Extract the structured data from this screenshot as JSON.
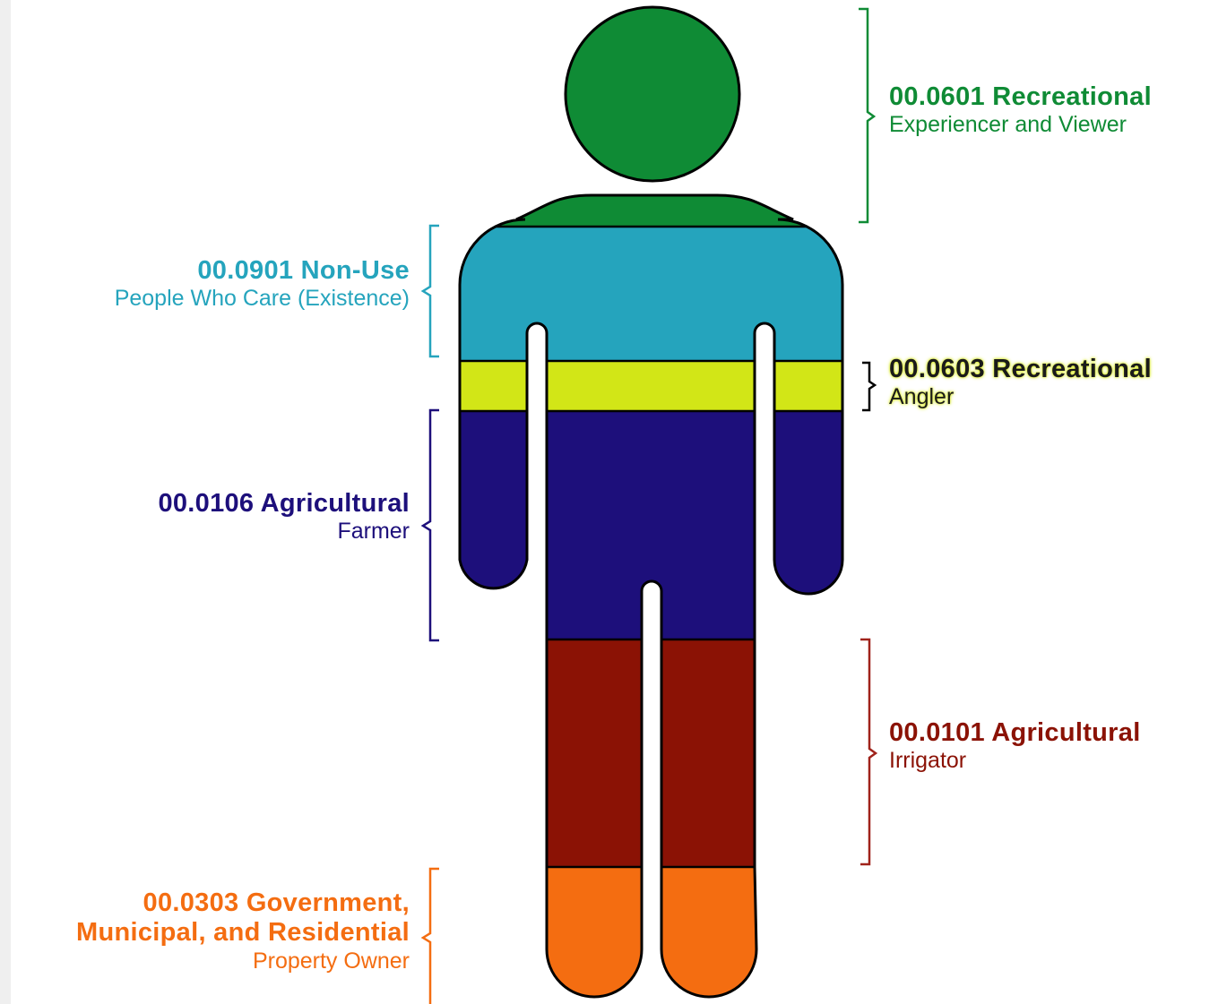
{
  "categories": [
    {
      "key": "rec_viewer",
      "code": "00.0601",
      "title": "00.0601 Recreational",
      "subtitle": "Experiencer and Viewer",
      "color": "#0f8b35"
    },
    {
      "key": "nonuse",
      "code": "00.0901",
      "title": "00.0901 Non-Use",
      "subtitle": "People Who Care (Existence)",
      "color": "#25a4bd"
    },
    {
      "key": "angler",
      "code": "00.0603",
      "title": "00.0603 Recreational",
      "subtitle": "Angler",
      "color": "#d2e617"
    },
    {
      "key": "farmer",
      "code": "00.0106",
      "title": "00.0106 Agricultural",
      "subtitle": "Farmer",
      "color": "#1d0f7b"
    },
    {
      "key": "irrigator",
      "code": "00.0101",
      "title": "00.0101 Agricultural",
      "subtitle": "Irrigator",
      "color": "#8b1205"
    },
    {
      "key": "property",
      "code": "00.0303",
      "title_line1": "00.0303 Government,",
      "title_line2": "Municipal, and Residential",
      "subtitle": "Property Owner",
      "color": "#f46d11"
    }
  ]
}
